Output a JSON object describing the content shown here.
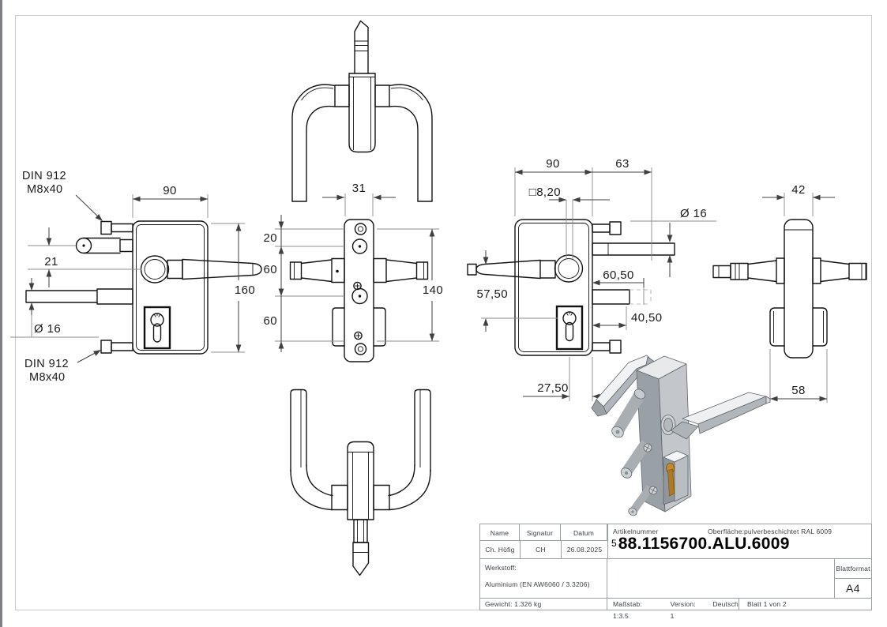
{
  "views": {
    "left": {
      "dim_width": "90",
      "dim_height": "160",
      "dim_offset": "21",
      "dim_diameter": "Ø 16",
      "callout_top": {
        "line1": "DIN 912",
        "line2": "M8x40"
      },
      "callout_bottom": {
        "line1": "DIN 912",
        "line2": "M8x40"
      }
    },
    "front": {
      "dim_width": "31",
      "dim_seg1": "20",
      "dim_seg2": "60",
      "dim_seg3": "60",
      "dim_height": "140"
    },
    "back": {
      "dim_width": "90",
      "dim_extension": "63",
      "dim_square": "□8,20",
      "dim_diameter": "Ø 16",
      "dim_height_offset": "57,50",
      "dim_depth1": "60,50",
      "dim_depth2": "40,50",
      "dim_bottom": "27,50"
    },
    "side": {
      "dim_width": "42",
      "dim_bottom_width": "58"
    }
  },
  "title_block": {
    "col_name": "Name",
    "col_signatur": "Signatur",
    "col_datum": "Datum",
    "val_name": "Ch. Höfig",
    "val_signatur": "CH",
    "val_datum": "26.08.2025",
    "artikelnummer_label": "Artikelnummer",
    "oberflaeche_label": "Oberfläche:",
    "oberflaeche_value": "pulverbeschichtet RAL 6009",
    "artikel_sup": "5",
    "artikel_nummer": "88.1156700.ALU.6009",
    "werkstoff_label": "Werkstoff:",
    "werkstoff_value": "Aluminium (EN AW6060 / 3.3206)",
    "blattformat_label": "Blattformat",
    "blattformat_value": "A4",
    "gewicht": "Gewicht: 1.326 kg",
    "massstab": "Maßstab: 1:3.5",
    "version": "Version: 1",
    "sprache": "Deutsch",
    "blatt": "Blatt 1 von 2"
  },
  "render_colors": {
    "metal_light": "#eff0f1",
    "metal_mid": "#b1b6ba",
    "metal_dark": "#99a0a6",
    "cylinder_gold": "#c18a33",
    "cylinder_gold_dark": "#b07a22"
  }
}
